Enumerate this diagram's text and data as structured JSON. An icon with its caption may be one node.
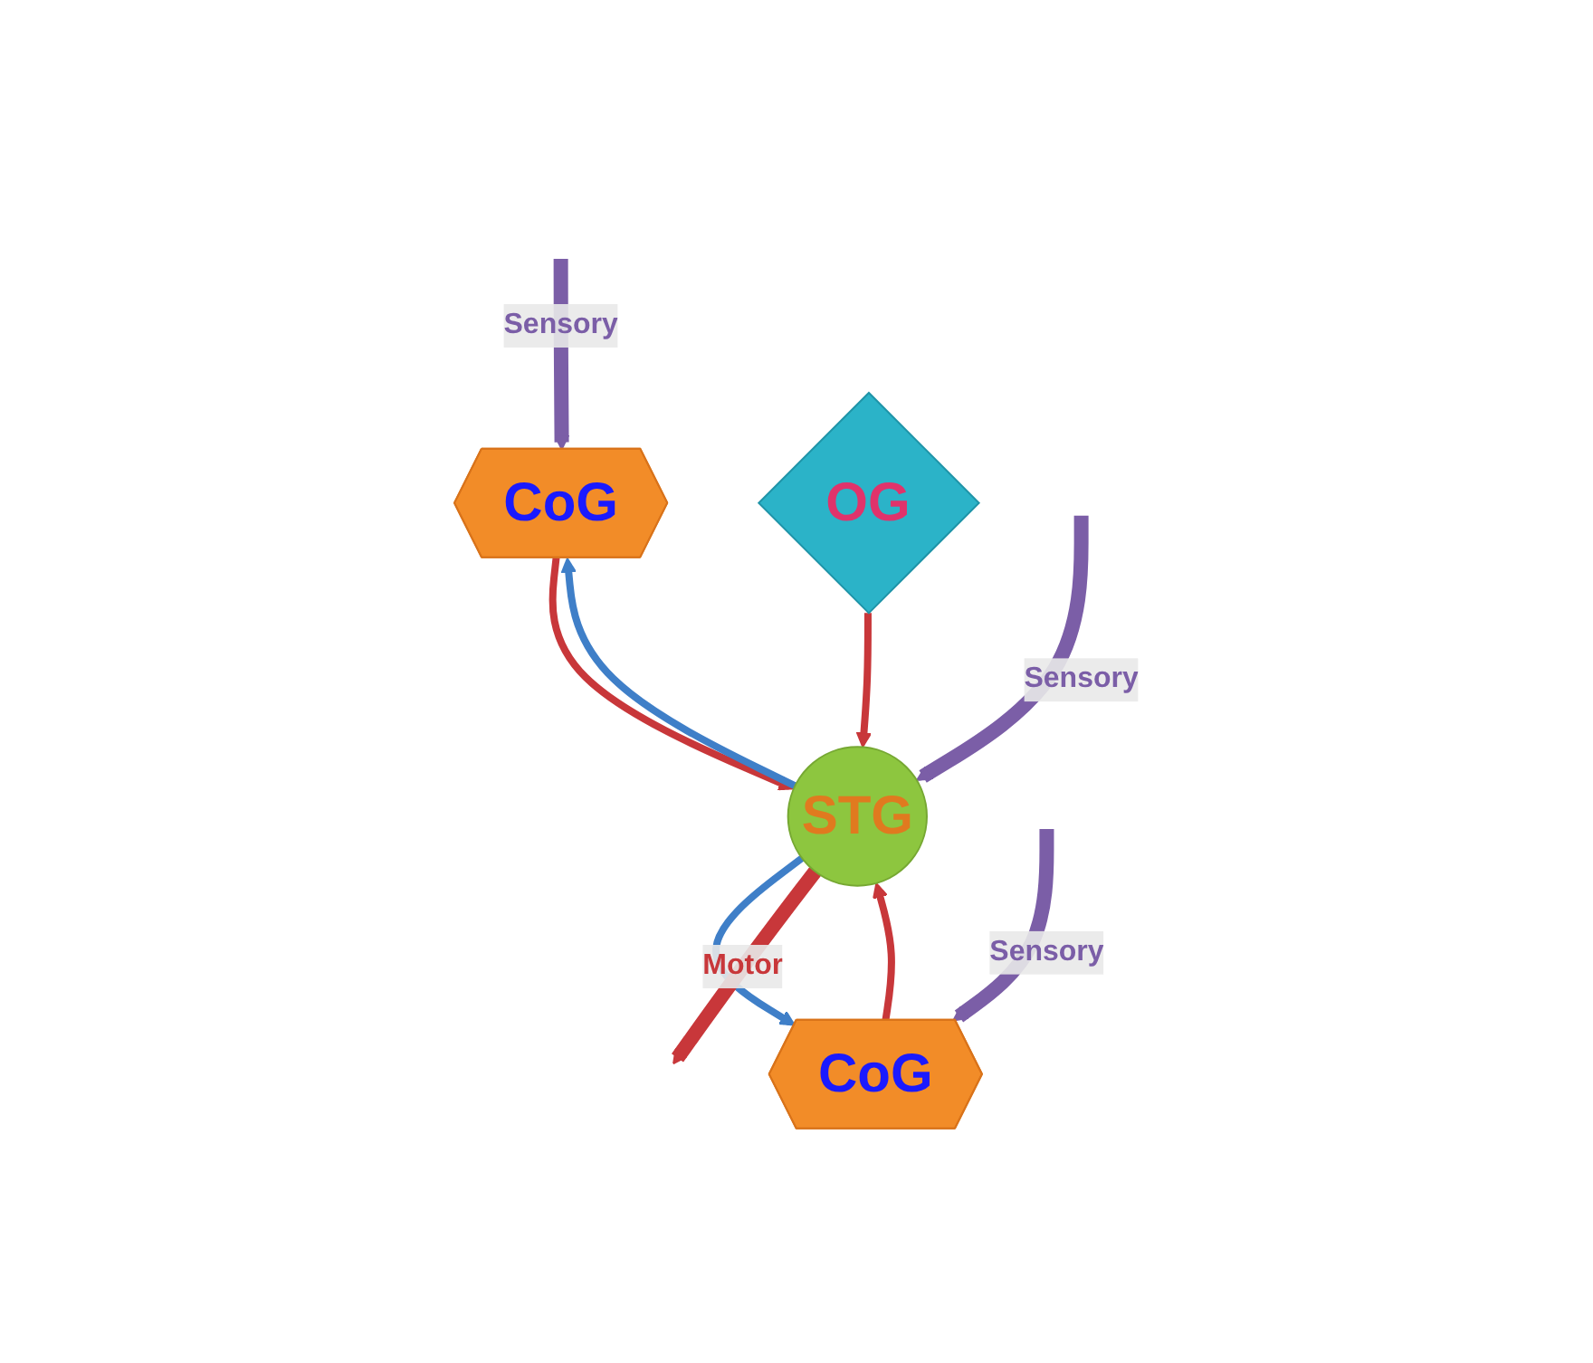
{
  "diagram": {
    "nodes": [
      {
        "text": [
          "CoG"
        ]
      },
      {
        "text": [
          "OG"
        ]
      },
      {
        "text": [
          "CoG"
        ]
      },
      {
        "text": [
          "STG"
        ]
      }
    ],
    "edges": [
      {
        "from": 0,
        "to": 3,
        "arrow": "to"
      },
      {
        "from": 3,
        "to": 0,
        "arrow": "to",
        "color": "#3f7fc8"
      },
      {
        "from": 1,
        "to": 3,
        "arrow": "to"
      },
      {
        "from": 3,
        "to": 2,
        "arrow": "to",
        "color": "#3f7fc8"
      },
      {
        "from": 2,
        "to": 3,
        "arrow": "to"
      },
      {
        "from": null,
        "to": 0,
        "arrow": "to",
        "label": "Sensory",
        "style": "thick",
        "color": "#7b5ea7"
      },
      {
        "from": null,
        "to": 2,
        "arrow": "to",
        "label": "Sensory",
        "style": "thick",
        "color": "#7b5ea7"
      },
      {
        "from": null,
        "to": 3,
        "arrow": "to",
        "label": "Sensory",
        "style": "thick",
        "color": "#7b5ea7"
      },
      {
        "from": 3,
        "to": null,
        "arrow": "to",
        "label": "Motor",
        "style": "thick"
      }
    ]
  }
}
